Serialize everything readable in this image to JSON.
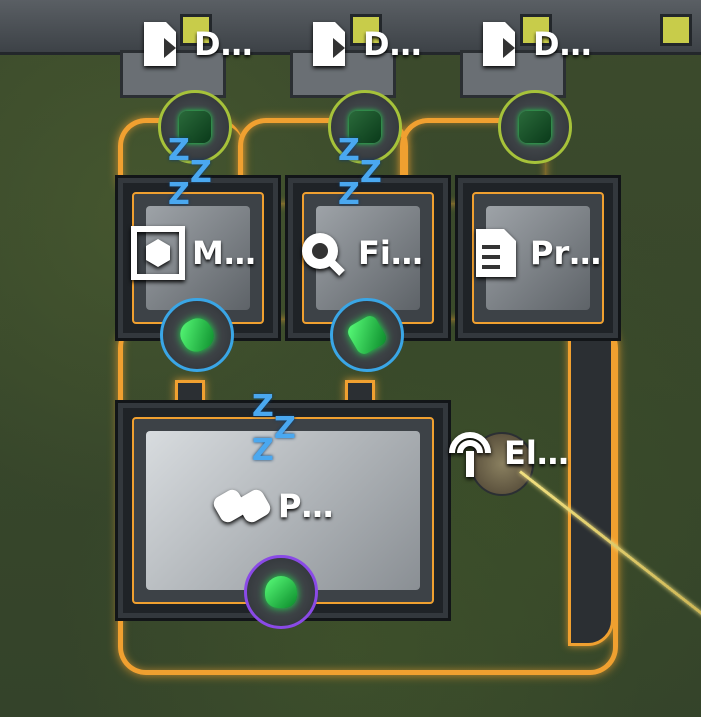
{
  "entities": {
    "top_left_label": "D…",
    "top_mid_label": "D…",
    "top_right_label": "D…",
    "assembler_1_label": "M…",
    "assembler_2_label": "Fi…",
    "assembler_3_label": "Pr…",
    "big_machine_label": "P…",
    "pole_label": "El…"
  },
  "status": {
    "sleep_text": "ZZZ"
  },
  "colors": {
    "belt": "#f0a030",
    "green_ring": "#a6c23a",
    "blue_ring": "#3aa6e6",
    "purple_ring": "#8a4ae6",
    "sleep": "#4aa8f0"
  }
}
